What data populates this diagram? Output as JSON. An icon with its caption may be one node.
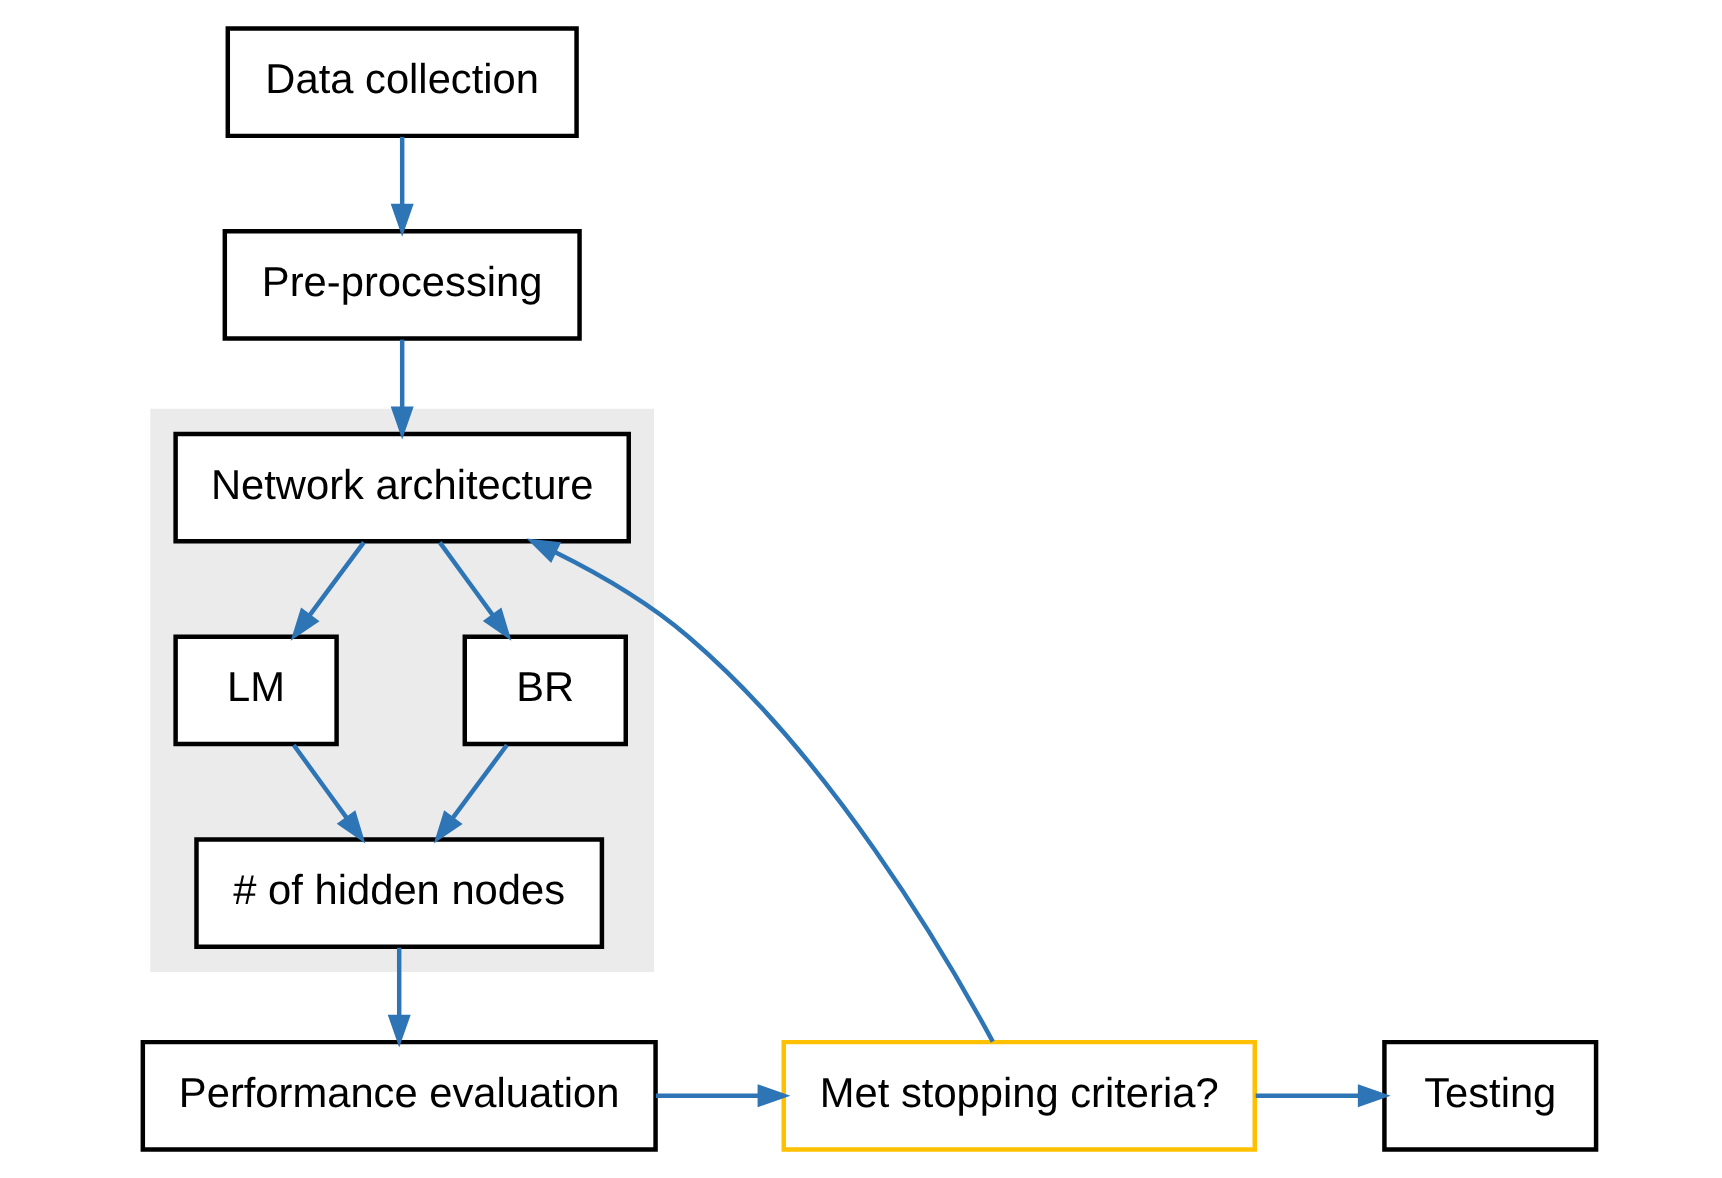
{
  "diagram": {
    "nodes": [
      {
        "text": [
          "Data collection"
        ]
      },
      {
        "text": [
          "Pre-processing"
        ]
      },
      {
        "text": [],
        "shape": "box"
      },
      {
        "text": [
          "Network architecture"
        ],
        "in": 2
      },
      {
        "text": [
          "LM"
        ],
        "in": 2
      },
      {
        "text": [
          "BR"
        ],
        "in": 2
      },
      {
        "text": [
          "# of hidden nodes"
        ],
        "in": 2
      },
      {
        "text": [
          "Performance evaluation"
        ]
      },
      {
        "text": [
          "Met stopping criteria?"
        ]
      },
      {
        "text": [
          "Testing"
        ]
      }
    ],
    "edges": [
      {
        "from": 0,
        "to": 1,
        "arrow": "to"
      },
      {
        "from": 1,
        "to": 3,
        "arrow": "to"
      },
      {
        "from": 3,
        "to": 4,
        "arrow": "to"
      },
      {
        "from": 3,
        "to": 5,
        "arrow": "to"
      },
      {
        "from": 4,
        "to": 6,
        "arrow": "to"
      },
      {
        "from": 5,
        "to": 6,
        "arrow": "to"
      },
      {
        "from": 6,
        "to": 7,
        "arrow": "to"
      },
      {
        "from": 7,
        "to": 8,
        "arrow": "to"
      },
      {
        "from": 8,
        "to": 3,
        "arrow": "to"
      },
      {
        "from": 8,
        "to": 9,
        "arrow": "to"
      }
    ]
  }
}
